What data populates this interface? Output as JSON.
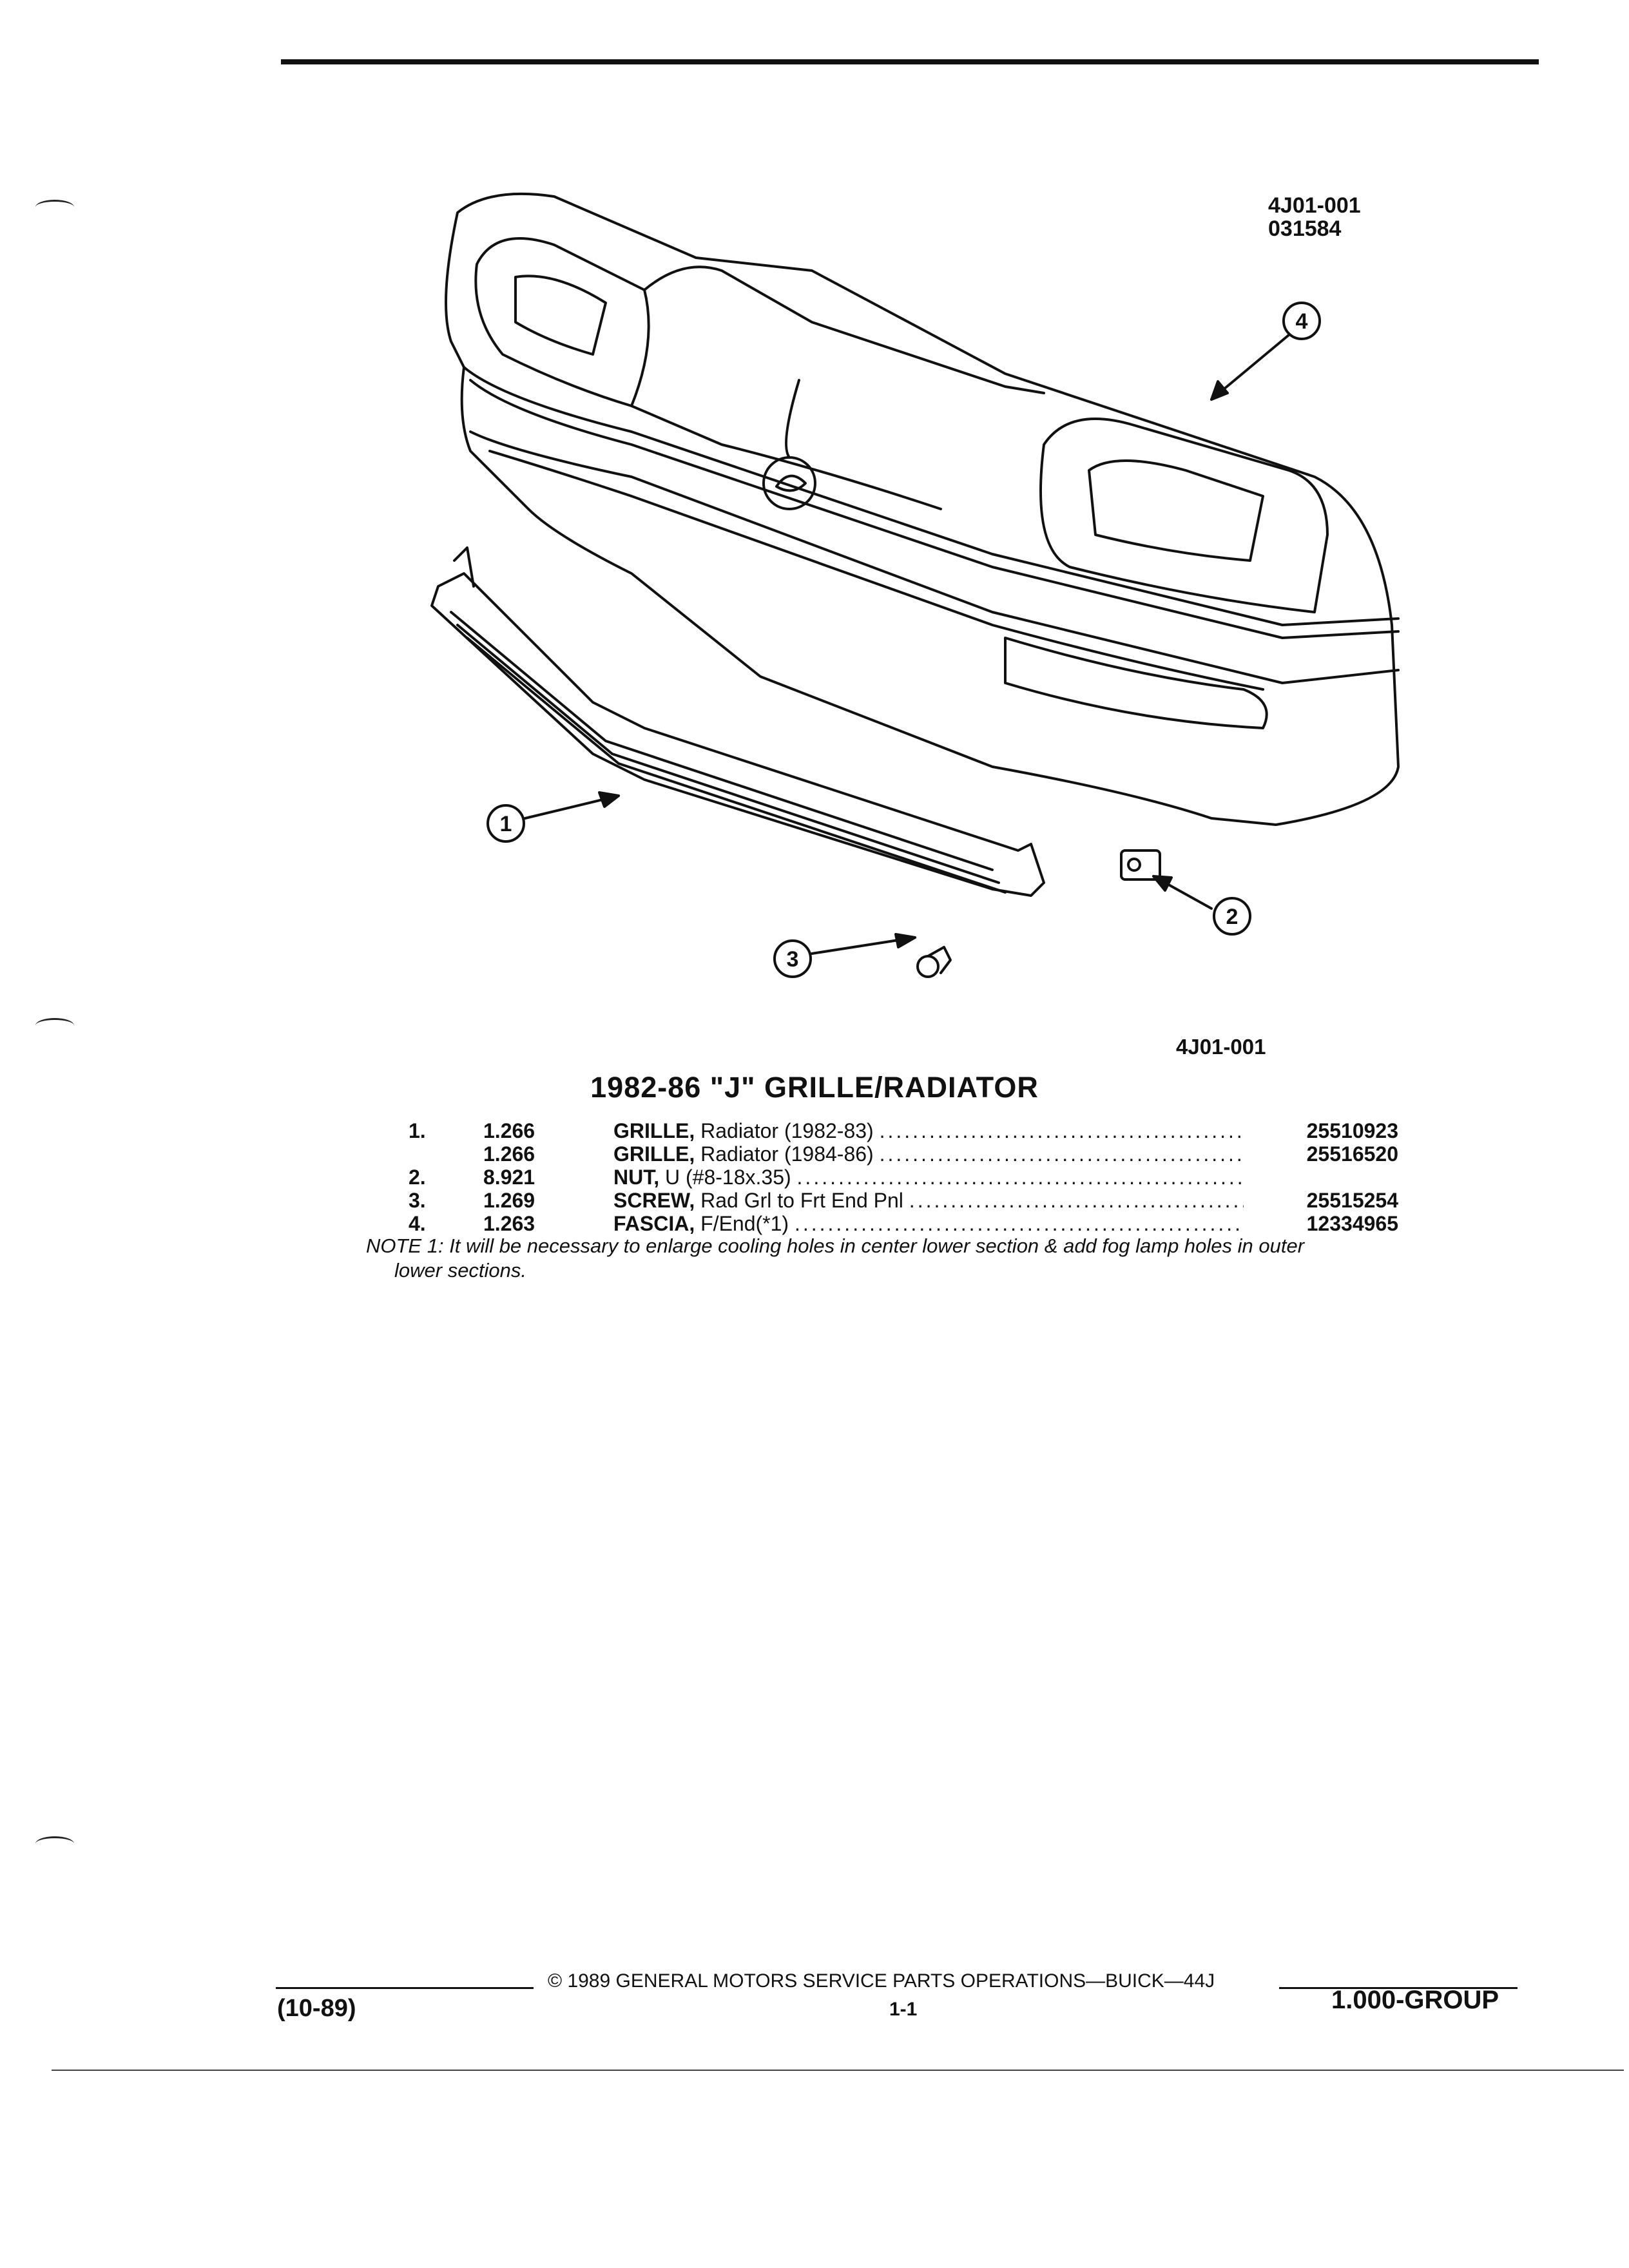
{
  "header": {
    "figure_code": "4J01-001",
    "figure_date": "031584"
  },
  "diagram": {
    "subject": "front fascia, radiator grille and fasteners exploded view",
    "callouts": [
      "1",
      "2",
      "3",
      "4"
    ],
    "caption": "4J01-001"
  },
  "section_title": "1982-86 \"J\" GRILLE/RADIATOR",
  "parts": [
    {
      "index": "1.",
      "code": "1.266",
      "name": "GRILLE,",
      "desc": "Radiator (1982-83)",
      "part_no": "25510923"
    },
    {
      "index": "",
      "code": "1.266",
      "name": "GRILLE,",
      "desc": "Radiator (1984-86)",
      "part_no": "25516520"
    },
    {
      "index": "2.",
      "code": "8.921",
      "name": "NUT,",
      "desc": "U (#8-18x.35)",
      "part_no": ""
    },
    {
      "index": "3.",
      "code": "1.269",
      "name": "SCREW,",
      "desc": "Rad Grl to Frt End Pnl",
      "part_no": "25515254"
    },
    {
      "index": "4.",
      "code": "1.263",
      "name": "FASCIA,",
      "desc": "F/End(*1)",
      "part_no": "12334965"
    }
  ],
  "note": {
    "line1": "NOTE 1: It will be necessary to enlarge cooling holes in center lower section & add fog lamp holes  in outer",
    "line2": "lower sections."
  },
  "footer": {
    "revision": "(10-89)",
    "copyright": "© 1989 GENERAL MOTORS SERVICE PARTS OPERATIONS—BUICK—44J",
    "page": "1-1",
    "group": "1.000-GROUP"
  }
}
